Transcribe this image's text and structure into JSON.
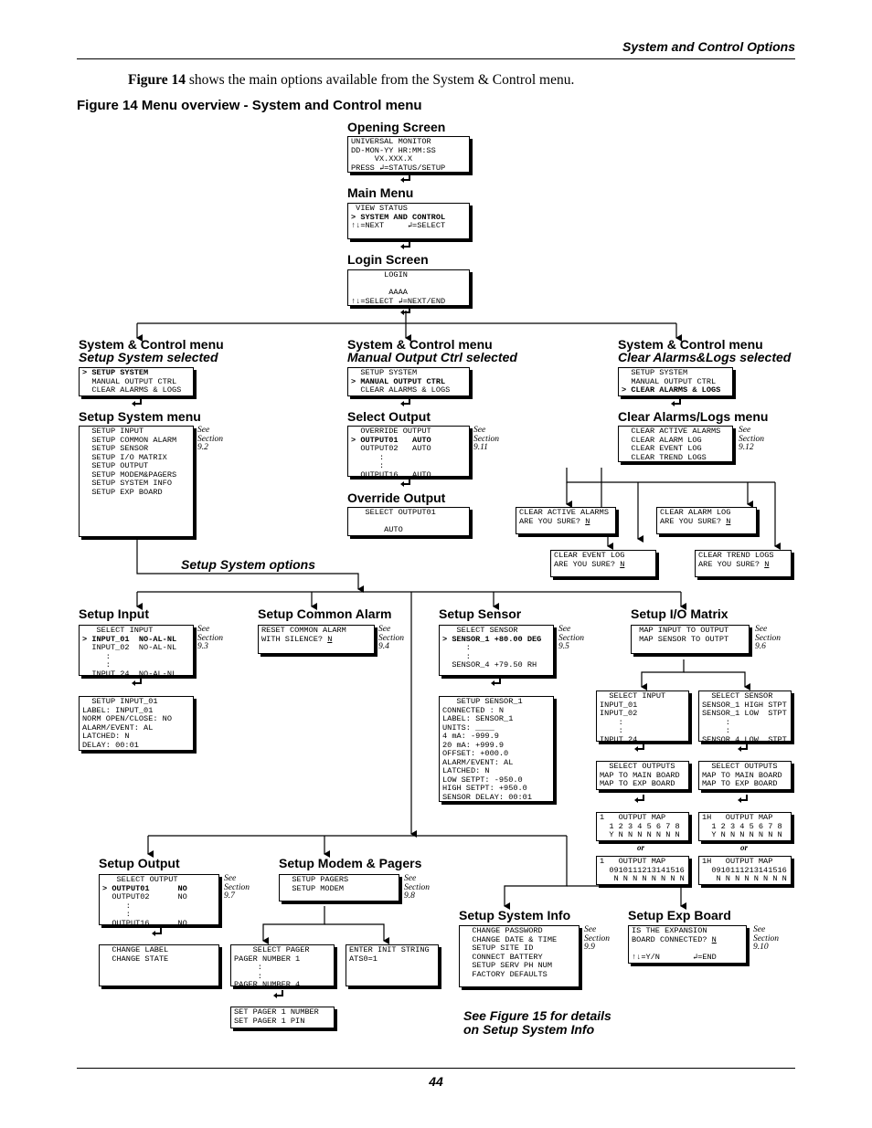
{
  "header": {
    "title": "System and Control Options"
  },
  "intro": {
    "figref": "Figure 14",
    "text": " shows the main options available from the System & Control menu."
  },
  "figure": {
    "caption": "Figure 14  Menu overview - System and Control menu"
  },
  "labels": {
    "opening": "Opening Screen",
    "main": "Main Menu",
    "login": "Login Screen",
    "sc_title": "System & Control menu",
    "sc1_sub": "Setup System selected",
    "sc2_sub": "Manual Output Ctrl selected",
    "sc3_sub": "Clear Alarms&Logs selected",
    "setup_system_menu": "Setup System menu",
    "select_output": "Select Output",
    "clear_alarms_menu": "Clear Alarms/Logs menu",
    "override_output": "Override Output",
    "setup_system_options": "Setup System options",
    "setup_input": "Setup Input",
    "setup_common_alarm": "Setup Common Alarm",
    "setup_sensor": "Setup Sensor",
    "setup_io_matrix": "Setup I/O Matrix",
    "setup_output": "Setup Output",
    "setup_modem": "Setup Modem & Pagers",
    "setup_sysinfo": "Setup System Info",
    "setup_exp": "Setup Exp Board",
    "or": "or",
    "note_line1": "See Figure 15 for details",
    "note_line2": "on Setup System Info"
  },
  "see": {
    "s92": "See\nSection\n9.2",
    "s911": "See\nSection\n9.11",
    "s912": "See\nSection\n9.12",
    "s93": "See\nSection\n9.3",
    "s94": "See\nSection\n9.4",
    "s95": "See\nSection\n9.5",
    "s96": "See\nSection\n9.6",
    "s97": "See\nSection\n9.7",
    "s98": "See\nSection\n9.8",
    "s99": "See\nSection\n9.9",
    "s910": "See\nSection\n9.10"
  },
  "screens": {
    "opening": "UNIVERSAL MONITOR\nDD-MON-YY HR:MM:SS\n     VX.XXX.X\nPRESS ↲=STATUS/SETUP",
    "main_1": " VIEW STATUS",
    "main_2": "> SYSTEM AND CONTROL",
    "main_3": "\n↑↓=NEXT     ↲=SELECT",
    "login": "       LOGIN\n\n        AAAA\n↑↓=SELECT ↲=NEXT/END",
    "sc1_a": "> SETUP SYSTEM",
    "sc1_b": "  MANUAL OUTPUT CTRL\n  CLEAR ALARMS & LOGS",
    "sc2_a": "  SETUP SYSTEM",
    "sc2_b": "> MANUAL OUTPUT CTRL",
    "sc2_c": "  CLEAR ALARMS & LOGS",
    "sc3_a": "  SETUP SYSTEM\n  MANUAL OUTPUT CTRL",
    "sc3_b": "> CLEAR ALARMS & LOGS",
    "setup_menu": "  SETUP INPUT\n  SETUP COMMON ALARM\n  SETUP SENSOR\n  SETUP I/O MATRIX\n  SETUP OUTPUT\n  SETUP MODEM&PAGERS\n  SETUP SYSTEM INFO\n  SETUP EXP BOARD",
    "sel_out_a": "  OVERRIDE OUTPUT",
    "sel_out_b": "> OUTPUT01   AUTO",
    "sel_out_c": "  OUTPUT02   AUTO\n      :\n      :\n  OUTPUT16   AUTO",
    "clear_menu": "  CLEAR ACTIVE ALARMS\n  CLEAR ALARM LOG\n  CLEAR EVENT LOG\n  CLEAR TREND LOGS",
    "override": "   SELECT OUTPUT01\n\n       AUTO",
    "clr_active_a": "CLEAR ACTIVE ALARMS\nARE YOU SURE? ",
    "clr_alarm_a": "CLEAR ALARM LOG\nARE YOU SURE? ",
    "clr_event_a": "CLEAR EVENT LOG\nARE YOU SURE? ",
    "clr_trend_a": "CLEAR TREND LOGS\nARE YOU SURE? ",
    "answer_n": "N",
    "in_a": "   SELECT INPUT",
    "in_b": "> INPUT_01  NO-AL-NL",
    "in_c": "  INPUT_02  NO-AL-NL\n     :\n     :\n  INPUT_24  NO-AL-NL",
    "in_detail": "  SETUP INPUT_01\nLABEL: INPUT_01\nNORM OPEN/CLOSE: NO\nALARM/EVENT: AL\nLATCHED: N\nDELAY: 00:01",
    "common_a": "RESET COMMON ALARM\nWITH SILENCE? ",
    "sen_a": "   SELECT SENSOR",
    "sen_b": "> SENSOR_1 +80.00 DEG",
    "sen_c": "     :\n     :\n  SENSOR_4 +79.50 RH",
    "sen_detail": "   SETUP SENSOR_1\nCONNECTED : N\nLABEL: SENSOR_1\nUNITS: ____\n4 mA: -999.9\n20 mA: +999.9\nOFFSET: +000.0\nALARM/EVENT: AL\nLATCHED: N\nLOW SETPT: -950.0\nHIGH SETPT: +950.0\nSENSOR DELAY: 00:01",
    "io": " MAP INPUT TO OUTPUT\n MAP SENSOR TO OUTPT",
    "io_in": "  SELECT INPUT\nINPUT_01\nINPUT_02\n    :\n    :\nINPUT_24",
    "io_sen": "  SELECT SENSOR\nSENSOR_1 HIGH STPT\nSENSOR_1 LOW  STPT\n     :\n     :\nSENSOR_4 LOW  STPT",
    "io_out1": "  SELECT OUTPUTS\nMAP TO MAIN BOARD\nMAP TO EXP BOARD",
    "io_out2": "  SELECT OUTPUTS\nMAP TO MAIN BOARD\nMAP TO EXP BOARD",
    "map1": "1   OUTPUT MAP\n  1 2 3 4 5 6 7 8\n  Y N N N N N N N",
    "map2": "1H   OUTPUT MAP\n  1 2 3 4 5 6 7 8\n  Y N N N N N N N",
    "map3": "1   OUTPUT MAP\n  0910111213141516\n   N N N N N N N N",
    "map4": "1H   OUTPUT MAP\n  0910111213141516\n   N N N N N N N N",
    "out_a": "   SELECT OUTPUT",
    "out_b": "> OUTPUT01      NO",
    "out_c": "  OUTPUT02      NO\n     :\n     :\n  OUTPUT16      NO",
    "out_detail": "  CHANGE LABEL\n  CHANGE STATE",
    "modem": "  SETUP PAGERS\n  SETUP MODEM",
    "pager": "    SELECT PAGER\nPAGER NUMBER 1\n     :\n     :\nPAGER NUMBER 4",
    "init": "ENTER INIT STRING\nATS0=1",
    "pager_detail": "SET PAGER 1 NUMBER\nSET PAGER 1 PIN",
    "sysinfo": "  CHANGE PASSWORD\n  CHANGE DATE & TIME\n  SETUP SITE ID\n  CONNECT BATTERY\n  SETUP SERV PH NUM\n  FACTORY DEFAULTS",
    "exp_a": "IS THE EXPANSION\nBOARD CONNECTED? ",
    "exp_b": "\n\n↑↓=Y/N       ↲=END"
  },
  "page_number": "44"
}
